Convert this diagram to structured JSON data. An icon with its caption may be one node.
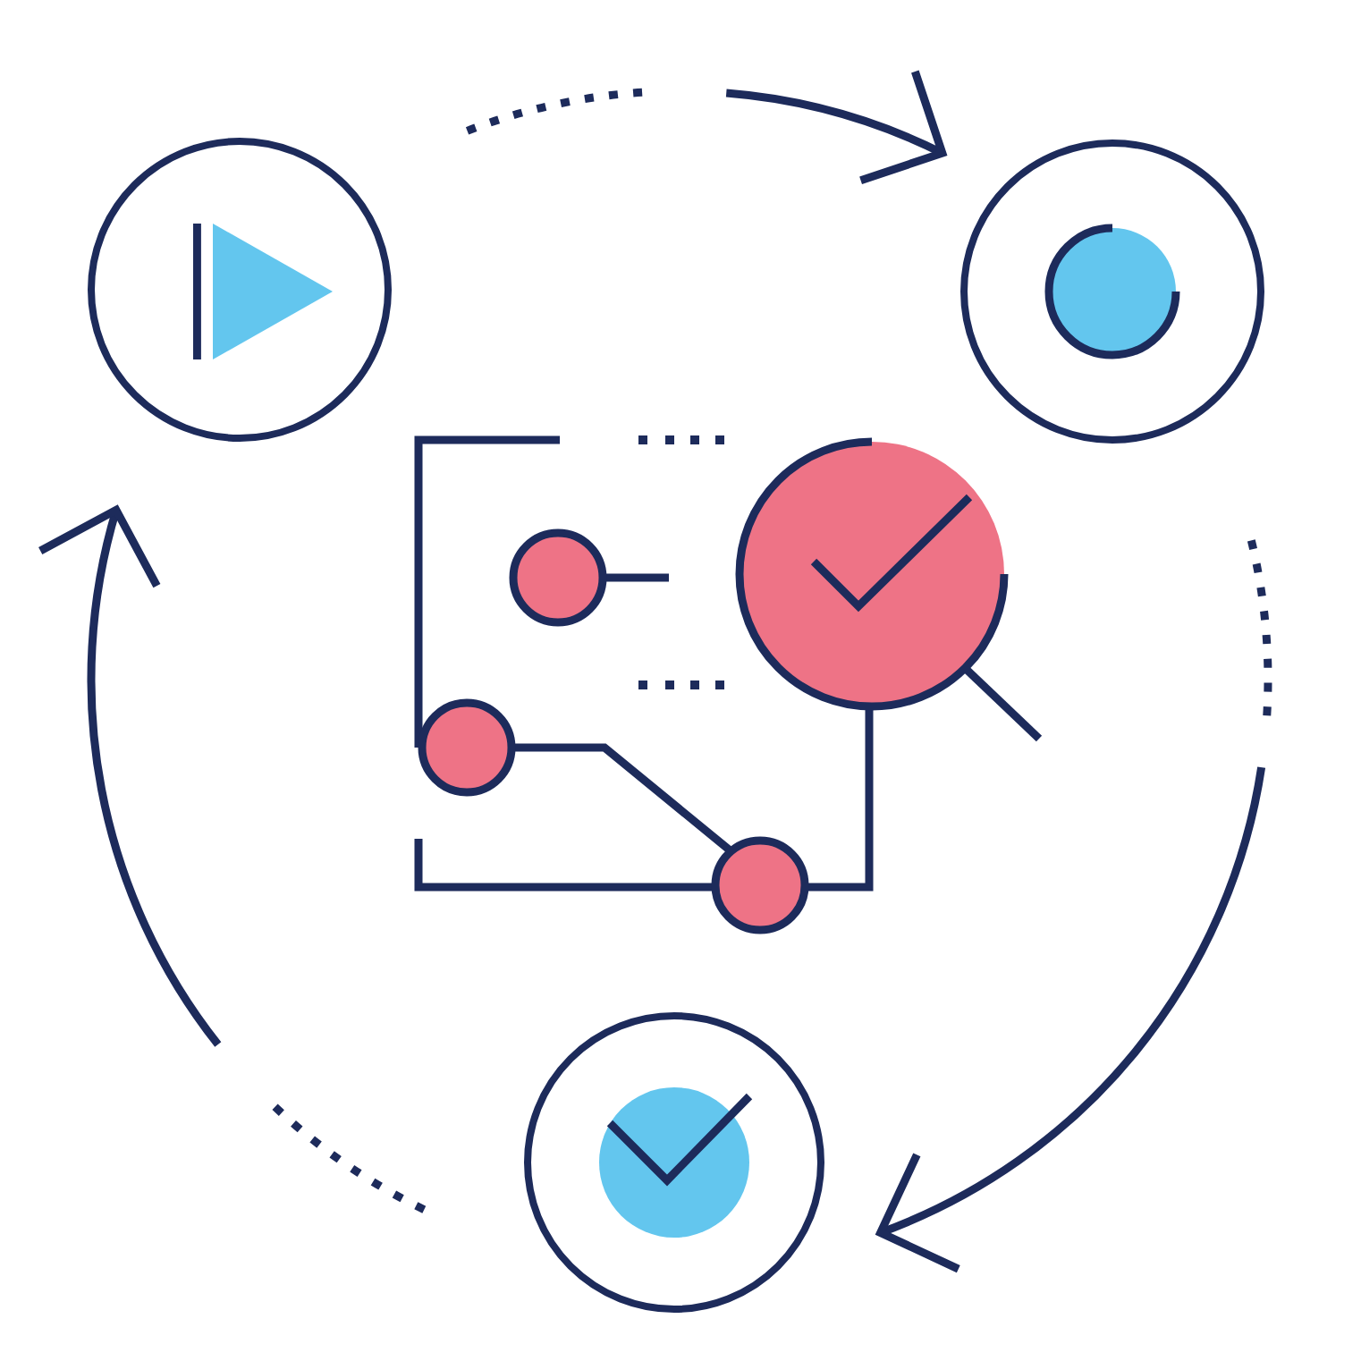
{
  "diagram": {
    "nodes": [
      {
        "text": [],
        "shape": "circle"
      },
      {
        "text": [],
        "shape": "circle"
      },
      {
        "text": [],
        "shape": "circle"
      }
    ],
    "edges": [
      {
        "from": 0,
        "to": 1,
        "arrow": "to"
      },
      {
        "from": 1,
        "to": 2,
        "arrow": "to"
      },
      {
        "from": 2,
        "to": 0,
        "arrow": "to"
      }
    ]
  }
}
